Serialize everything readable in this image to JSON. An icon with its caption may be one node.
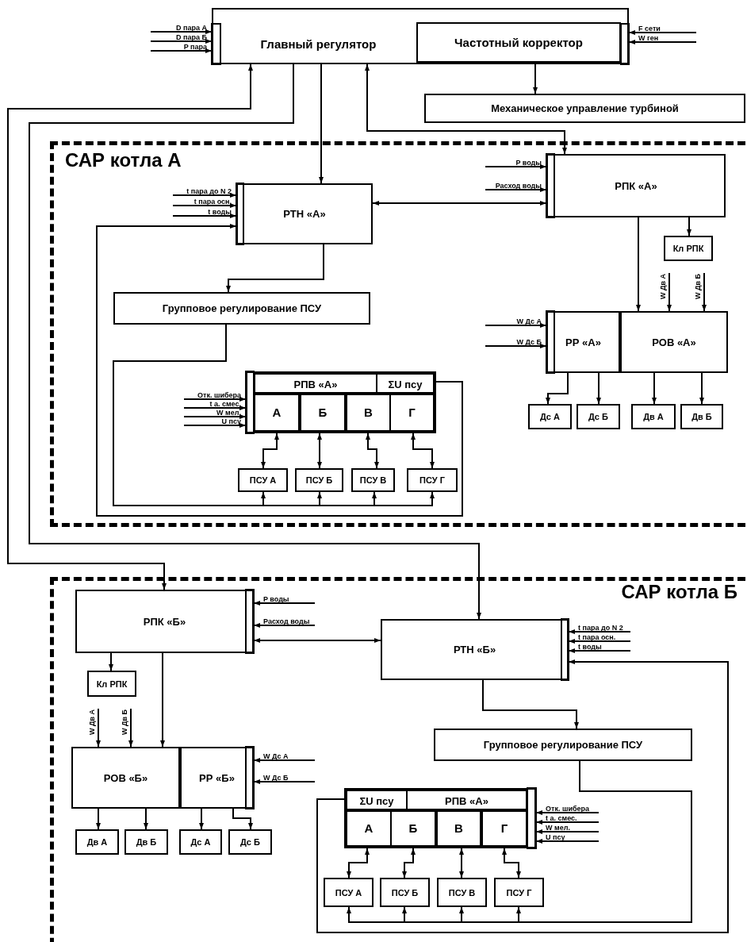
{
  "diagram": {
    "nodes": [
      {
        "text": [
          "Главный регулятор"
        ]
      },
      {
        "text": [
          "Частотный корректор"
        ],
        "in": 0
      },
      {
        "text": [
          "Механическое управление турбиной"
        ]
      },
      {
        "text": [
          "САР котла А"
        ]
      },
      {
        "text": [
          "РТН «А»"
        ],
        "in": 3
      },
      {
        "text": [
          "РПК «А»"
        ],
        "in": 3
      },
      {
        "text": [
          "Кл РПК"
        ],
        "in": 3
      },
      {
        "text": [
          "Групповое регулирование ПСУ"
        ],
        "in": 3
      },
      {
        "text": [
          "РР «А»"
        ],
        "in": 3
      },
      {
        "text": [
          "РОВ «А»"
        ],
        "in": 3
      },
      {
        "text": [
          "Дс А"
        ],
        "in": 3
      },
      {
        "text": [
          "Дс Б"
        ],
        "in": 3
      },
      {
        "text": [
          "Дв А"
        ],
        "in": 3
      },
      {
        "text": [
          "Дв Б"
        ],
        "in": 3
      },
      {
        "text": [],
        "shape": "box",
        "in": 3
      },
      {
        "text": [
          "РПВ «А»"
        ],
        "in": 14
      },
      {
        "text": [
          "ΣU псу"
        ],
        "in": 14
      },
      {
        "text": [
          "А"
        ],
        "in": 14
      },
      {
        "text": [
          "Б"
        ],
        "in": 14
      },
      {
        "text": [
          "В"
        ],
        "in": 14
      },
      {
        "text": [
          "Г"
        ],
        "in": 14
      },
      {
        "text": [
          "ПСУ А"
        ],
        "in": 3
      },
      {
        "text": [
          "ПСУ Б"
        ],
        "in": 3
      },
      {
        "text": [
          "ПСУ В"
        ],
        "in": 3
      },
      {
        "text": [
          "ПСУ Г"
        ],
        "in": 3
      },
      {
        "text": [
          "САР котла Б"
        ]
      },
      {
        "text": [
          "РПК «Б»"
        ],
        "in": 25
      },
      {
        "text": [
          "РТН «Б»"
        ],
        "in": 25
      },
      {
        "text": [
          "Кл РПК"
        ],
        "in": 25
      },
      {
        "text": [
          "РОВ «Б»"
        ],
        "in": 25
      },
      {
        "text": [
          "РР «Б»"
        ],
        "in": 25
      },
      {
        "text": [
          "Групповое регулирование ПСУ"
        ],
        "in": 25
      },
      {
        "text": [
          "Дв А"
        ],
        "in": 25
      },
      {
        "text": [
          "Дв Б"
        ],
        "in": 25
      },
      {
        "text": [
          "Дс А"
        ],
        "in": 25
      },
      {
        "text": [
          "Дс Б"
        ],
        "in": 25
      },
      {
        "text": [],
        "shape": "box",
        "in": 25
      },
      {
        "text": [
          "ΣU псу"
        ],
        "in": 36
      },
      {
        "text": [
          "РПВ «А»"
        ],
        "in": 36
      },
      {
        "text": [
          "А"
        ],
        "in": 36
      },
      {
        "text": [
          "Б"
        ],
        "in": 36
      },
      {
        "text": [
          "В"
        ],
        "in": 36
      },
      {
        "text": [
          "Г"
        ],
        "in": 36
      },
      {
        "text": [
          "ПСУ А"
        ],
        "in": 25
      },
      {
        "text": [
          "ПСУ Б"
        ],
        "in": 25
      },
      {
        "text": [
          "ПСУ В"
        ],
        "in": 25
      },
      {
        "text": [
          "ПСУ Г"
        ],
        "in": 25
      }
    ],
    "edges": [
      {
        "from": null,
        "to": 0,
        "arrow": "to",
        "label": "D пара А"
      },
      {
        "from": null,
        "to": 0,
        "arrow": "to",
        "label": "D пара Б"
      },
      {
        "from": null,
        "to": 0,
        "arrow": "to",
        "label": "P пара"
      },
      {
        "from": null,
        "to": 0,
        "arrow": "to",
        "label": "F сети"
      },
      {
        "from": null,
        "to": 0,
        "arrow": "to",
        "label": "W ген"
      },
      {
        "from": 1,
        "to": 2,
        "arrow": "to"
      },
      {
        "from": 0,
        "to": 4,
        "arrow": "to"
      },
      {
        "from": 0,
        "to": 5,
        "arrow": "both"
      },
      {
        "from": 0,
        "to": 26,
        "arrow": "both"
      },
      {
        "from": 0,
        "to": 27,
        "arrow": "to"
      },
      {
        "from": null,
        "to": 4,
        "arrow": "to",
        "label": "t пара до N 2"
      },
      {
        "from": null,
        "to": 4,
        "arrow": "to",
        "label": "t пара осн."
      },
      {
        "from": null,
        "to": 4,
        "arrow": "to",
        "label": "t воды"
      },
      {
        "from": 4,
        "to": 5,
        "arrow": "both"
      },
      {
        "from": 16,
        "to": 4,
        "arrow": "to"
      },
      {
        "from": 4,
        "to": 7,
        "arrow": "to"
      },
      {
        "from": 7,
        "to": 21,
        "arrow": "to"
      },
      {
        "from": 7,
        "to": 22,
        "arrow": "to"
      },
      {
        "from": 7,
        "to": 23,
        "arrow": "to"
      },
      {
        "from": 7,
        "to": 24,
        "arrow": "to"
      },
      {
        "from": 17,
        "to": 21,
        "arrow": "both"
      },
      {
        "from": 18,
        "to": 22,
        "arrow": "both"
      },
      {
        "from": 19,
        "to": 23,
        "arrow": "both"
      },
      {
        "from": 20,
        "to": 24,
        "arrow": "both"
      },
      {
        "from": null,
        "to": 14,
        "arrow": "to",
        "label": "Отк. шибера"
      },
      {
        "from": null,
        "to": 14,
        "arrow": "to",
        "label": "t а. смес."
      },
      {
        "from": null,
        "to": 14,
        "arrow": "to",
        "label": "W мел."
      },
      {
        "from": null,
        "to": 14,
        "arrow": "to",
        "label": "U псу"
      },
      {
        "from": null,
        "to": 5,
        "arrow": "to",
        "label": "P воды"
      },
      {
        "from": null,
        "to": 5,
        "arrow": "to",
        "label": "Расход воды"
      },
      {
        "from": 5,
        "to": 6,
        "arrow": "to"
      },
      {
        "from": 5,
        "to": 9,
        "arrow": "to"
      },
      {
        "from": null,
        "to": 9,
        "arrow": "to",
        "label": "W Дв А"
      },
      {
        "from": null,
        "to": 9,
        "arrow": "to",
        "label": "W Дв Б"
      },
      {
        "from": null,
        "to": 8,
        "arrow": "to",
        "label": "W Дс А"
      },
      {
        "from": null,
        "to": 8,
        "arrow": "to",
        "label": "W Дс Б"
      },
      {
        "from": 8,
        "to": 10,
        "arrow": "to"
      },
      {
        "from": 8,
        "to": 11,
        "arrow": "to"
      },
      {
        "from": 9,
        "to": 12,
        "arrow": "to"
      },
      {
        "from": 9,
        "to": 13,
        "arrow": "to"
      },
      {
        "from": null,
        "to": 26,
        "arrow": "to",
        "label": "P воды"
      },
      {
        "from": null,
        "to": 26,
        "arrow": "to",
        "label": "Расход воды"
      },
      {
        "from": 26,
        "to": 27,
        "arrow": "both"
      },
      {
        "from": 26,
        "to": 28,
        "arrow": "to"
      },
      {
        "from": 26,
        "to": 29,
        "arrow": "to"
      },
      {
        "from": null,
        "to": 29,
        "arrow": "to",
        "label": "W Дв А"
      },
      {
        "from": null,
        "to": 29,
        "arrow": "to",
        "label": "W Дв Б"
      },
      {
        "from": null,
        "to": 30,
        "arrow": "to",
        "label": "W Дс А"
      },
      {
        "from": null,
        "to": 30,
        "arrow": "to",
        "label": "W Дс Б"
      },
      {
        "from": 29,
        "to": 32,
        "arrow": "to"
      },
      {
        "from": 29,
        "to": 33,
        "arrow": "to"
      },
      {
        "from": 30,
        "to": 34,
        "arrow": "to"
      },
      {
        "from": 30,
        "to": 35,
        "arrow": "to"
      },
      {
        "from": null,
        "to": 27,
        "arrow": "to",
        "label": "t пара до N 2"
      },
      {
        "from": null,
        "to": 27,
        "arrow": "to",
        "label": "t пара осн."
      },
      {
        "from": null,
        "to": 27,
        "arrow": "to",
        "label": "t воды"
      },
      {
        "from": 37,
        "to": 27,
        "arrow": "to"
      },
      {
        "from": 27,
        "to": 31,
        "arrow": "to"
      },
      {
        "from": 31,
        "to": 43,
        "arrow": "to"
      },
      {
        "from": 31,
        "to": 44,
        "arrow": "to"
      },
      {
        "from": 31,
        "to": 45,
        "arrow": "to"
      },
      {
        "from": 31,
        "to": 46,
        "arrow": "to"
      },
      {
        "from": 39,
        "to": 43,
        "arrow": "both"
      },
      {
        "from": 40,
        "to": 44,
        "arrow": "both"
      },
      {
        "from": 41,
        "to": 45,
        "arrow": "both"
      },
      {
        "from": 42,
        "to": 46,
        "arrow": "both"
      },
      {
        "from": null,
        "to": 36,
        "arrow": "to",
        "label": "Отк. шибера"
      },
      {
        "from": null,
        "to": 36,
        "arrow": "to",
        "label": "t а. смес."
      },
      {
        "from": null,
        "to": 36,
        "arrow": "to",
        "label": "W мел."
      },
      {
        "from": null,
        "to": 36,
        "arrow": "to",
        "label": "U псу"
      }
    ]
  }
}
